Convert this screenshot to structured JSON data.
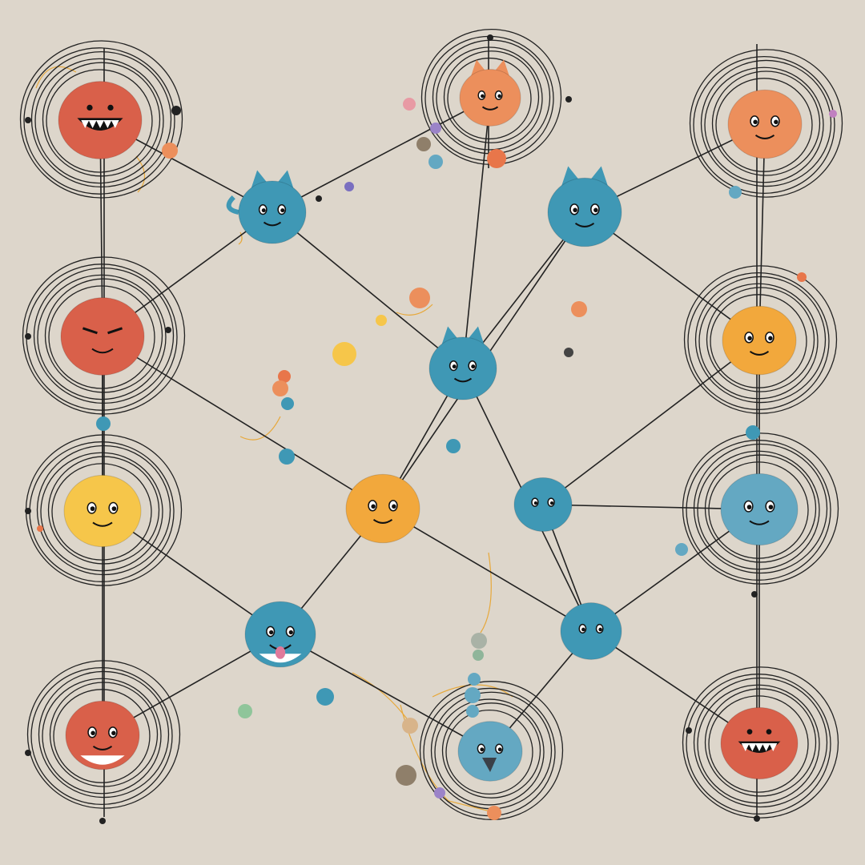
{
  "palette": {
    "background": "#ddd6cb",
    "line": "#222222",
    "red": "#d9604a",
    "orange": "#ec8f5c",
    "yellow": "#f6c64a",
    "amber": "#f2a83c",
    "teal": "#3f98b5",
    "light_teal": "#64a8c2",
    "string": "#e7a83a"
  },
  "creatures": [
    {
      "id": "red-grin-top-left",
      "color": "red",
      "face": "grin",
      "ringed": true
    },
    {
      "id": "orange-fox-top-center",
      "color": "orange",
      "face": "fox",
      "ringed": true
    },
    {
      "id": "orange-round-top-right",
      "color": "orange",
      "face": "smile",
      "ringed": true
    },
    {
      "id": "teal-bird-upper-left",
      "color": "teal",
      "face": "bird",
      "ringed": false
    },
    {
      "id": "teal-cat-upper-right",
      "color": "teal",
      "face": "cat",
      "ringed": false
    },
    {
      "id": "red-angry-mid-left",
      "color": "red",
      "face": "frown",
      "ringed": true
    },
    {
      "id": "teal-cat-center",
      "color": "teal",
      "face": "cat",
      "ringed": false
    },
    {
      "id": "amber-mid-right",
      "color": "amber",
      "face": "smirk",
      "ringed": true
    },
    {
      "id": "yellow-left",
      "color": "yellow",
      "face": "smirk",
      "ringed": true
    },
    {
      "id": "amber-center",
      "color": "amber",
      "face": "smile",
      "ringed": false
    },
    {
      "id": "teal-round-center-right",
      "color": "teal",
      "face": "eyes",
      "ringed": false
    },
    {
      "id": "teal-blob-right",
      "color": "light_teal",
      "face": "smile",
      "ringed": true
    },
    {
      "id": "teal-tongue-lower-left",
      "color": "teal",
      "face": "tongue",
      "ringed": false
    },
    {
      "id": "teal-lower-right",
      "color": "teal",
      "face": "eyes",
      "ringed": false
    },
    {
      "id": "red-bottom-left",
      "color": "red",
      "face": "smile",
      "ringed": true
    },
    {
      "id": "teal-bird-bottom-center",
      "color": "light_teal",
      "face": "beak",
      "ringed": true
    },
    {
      "id": "red-bottom-right",
      "color": "red",
      "face": "grin",
      "ringed": true
    }
  ]
}
